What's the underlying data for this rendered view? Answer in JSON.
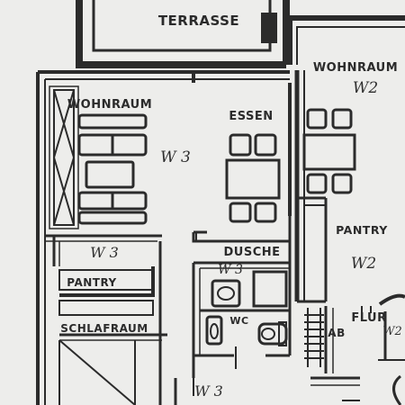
{
  "plan": {
    "ink_color": "#2b2b2b",
    "paper_color": "#ededeb",
    "rooms": {
      "terrasse": "TERRASSE",
      "wohnraum_left": "WOHNRAUM",
      "essen": "ESSEN",
      "wohnraum_right": "WOHNRAUM",
      "pantry_right": "PANTRY",
      "dusche": "DUSCHE",
      "wc": "WC",
      "pantry_left": "PANTRY",
      "schlafraum": "SCHLAFRAUM",
      "flur": "FLUR",
      "ab": "AB"
    },
    "handwritten": {
      "w3_wohnraum": "W 3",
      "w3_left": "W 3",
      "w3_dusche": "W 3",
      "w3_bottom": "W 3",
      "w2_wohnraum": "W2",
      "w2_pantry": "W2",
      "w2_flur": "W2"
    }
  }
}
